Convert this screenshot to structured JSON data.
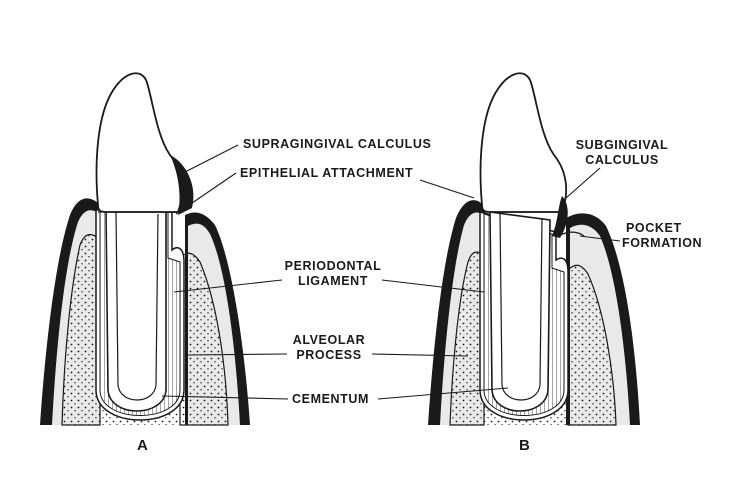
{
  "panels": [
    {
      "id": "A",
      "letter": "A"
    },
    {
      "id": "B",
      "letter": "B"
    }
  ],
  "labels": {
    "supragingival_calculus": "SUPRAGINGIVAL CALCULUS",
    "epithelial_attachment": "EPITHELIAL ATTACHMENT",
    "subgingival_calculus_line1": "SUBGINGIVAL",
    "subgingival_calculus_line2": "CALCULUS",
    "pocket_formation_line1": "POCKET",
    "pocket_formation_line2": "FORMATION",
    "periodontal_ligament_line1": "PERIODONTAL",
    "periodontal_ligament_line2": "LIGAMENT",
    "alveolar_process_line1": "ALVEOLAR",
    "alveolar_process_line2": "PROCESS",
    "cementum": "CEMENTUM"
  },
  "colors": {
    "ink": "#1a1a1a",
    "bone_fill": "#f4f4f4",
    "gum_fill": "#e9e9e9",
    "background": "#ffffff"
  }
}
